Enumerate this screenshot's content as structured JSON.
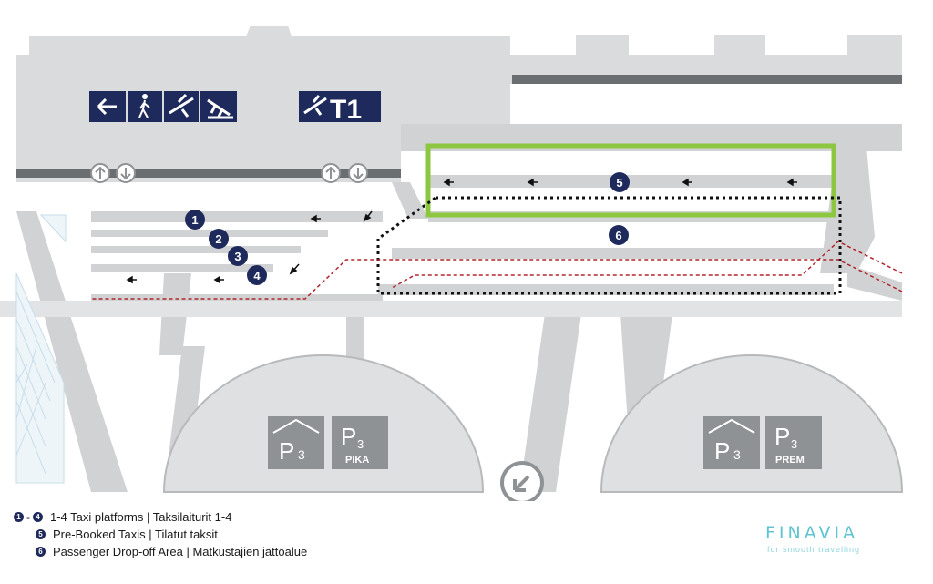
{
  "terminal": {
    "label": "T1"
  },
  "signs": {
    "left": [
      "arrow-left-icon",
      "pedestrian-icon",
      "departures-icon",
      "arrivals-icon"
    ],
    "terminal": [
      "departures-icon"
    ]
  },
  "platforms": [
    "1",
    "2",
    "3",
    "4"
  ],
  "prebooked_area": {
    "number": "5",
    "highlight_color": "#8dc63f"
  },
  "dropoff_area": {
    "number": "6"
  },
  "parking": [
    {
      "name": "P",
      "sub": "3",
      "tag": ""
    },
    {
      "name": "P",
      "sub": "3",
      "tag": "PIKA"
    },
    {
      "name": "P",
      "sub": "3",
      "tag": ""
    },
    {
      "name": "P",
      "sub": "3",
      "tag": "PREM"
    }
  ],
  "colors": {
    "navy": "#1f2a5c",
    "road": "#d0d2d4",
    "route": "#b0262c",
    "green": "#8dc63f",
    "brand": "#5fc4d2"
  },
  "legend": [
    {
      "from": "1",
      "to": "4",
      "text": "1-4 Taxi platforms | Taksilaiturit 1-4"
    },
    {
      "from": "5",
      "text": "Pre-Booked Taxis | Tilatut taksit"
    },
    {
      "from": "6",
      "text": "Passenger Drop-off Area | Matkustajien jättöalue"
    }
  ],
  "brand": {
    "name": "FINAVIA",
    "tagline": "for smooth travelling"
  }
}
